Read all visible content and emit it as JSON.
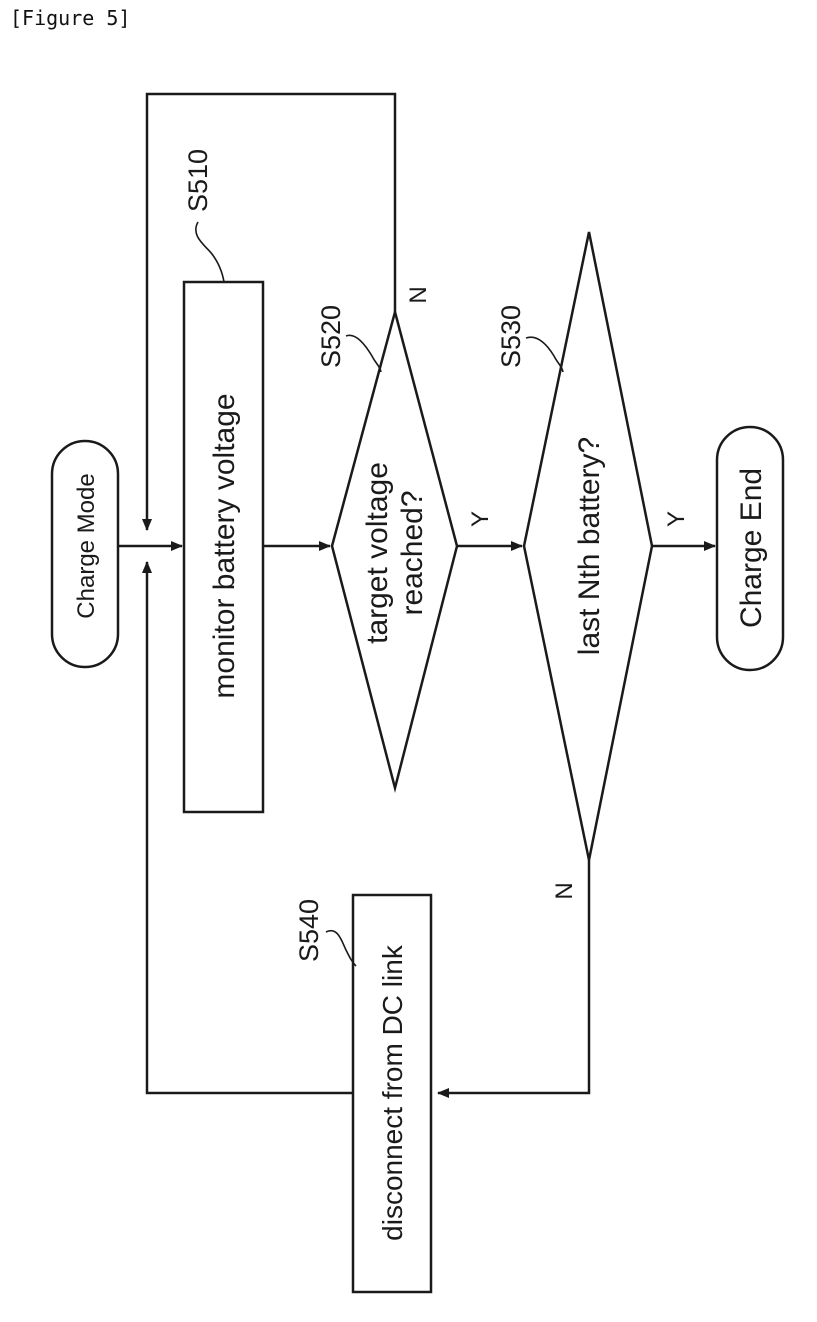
{
  "figure_label": "[Figure 5]",
  "nodes": {
    "start": "Charge Mode",
    "monitor": "monitor battery voltage",
    "decision1_line1": "target voltage",
    "decision1_line2": "reached?",
    "decision2": "last Nth battery?",
    "end": "Charge End",
    "disconnect": "disconnect from DC link"
  },
  "refs": {
    "s510": "S510",
    "s520": "S520",
    "s530": "S530",
    "s540": "S540"
  },
  "branches": {
    "d1_no": "N",
    "d1_yes": "Y",
    "d2_yes": "Y",
    "d2_no": "N"
  }
}
